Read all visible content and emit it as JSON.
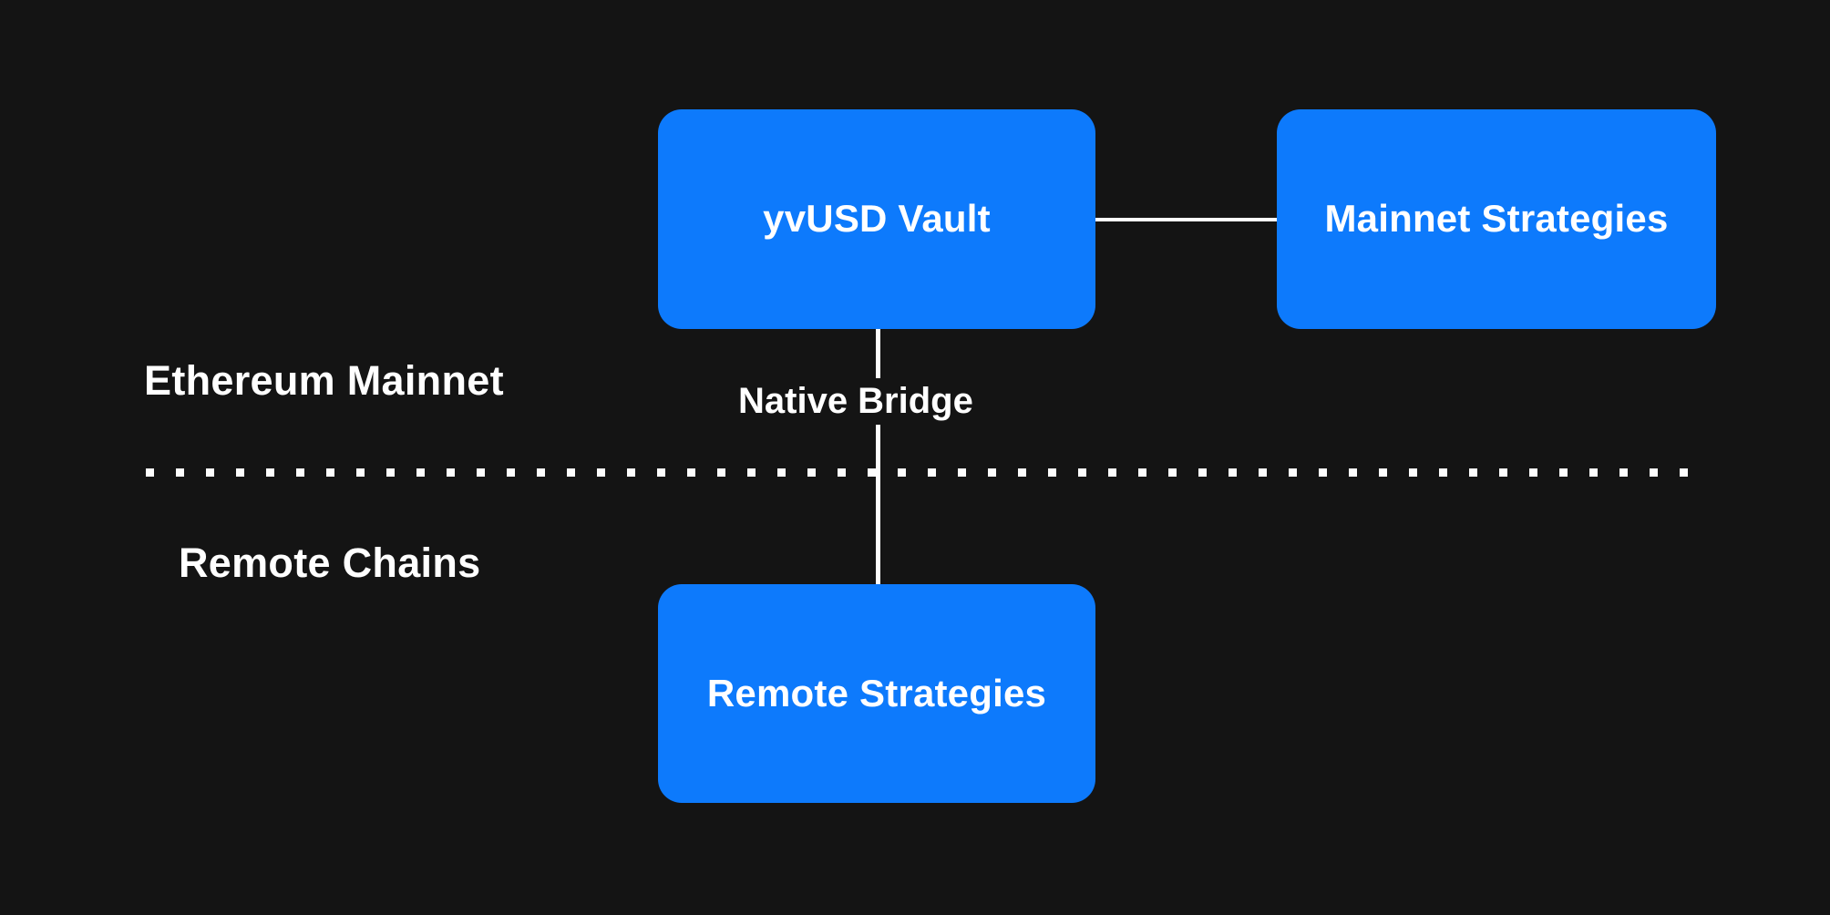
{
  "diagram": {
    "background_color": "#141414",
    "node_color": "#0d7afc",
    "edge_color": "#fdfdfd",
    "text_color": "#ffffff",
    "nodes": [
      {
        "id": "yvusd-vault",
        "label": "yvUSD Vault",
        "zone": "Ethereum Mainnet"
      },
      {
        "id": "mainnet-strategies",
        "label": "Mainnet Strategies",
        "zone": "Ethereum Mainnet"
      },
      {
        "id": "remote-strategies",
        "label": "Remote Strategies",
        "zone": "Remote Chains"
      }
    ],
    "edges": [
      {
        "id": "vault-to-mainnet",
        "from": "yvusd-vault",
        "to": "mainnet-strategies",
        "label": ""
      },
      {
        "id": "vault-to-remote",
        "from": "yvusd-vault",
        "to": "remote-strategies",
        "label": "Native Bridge"
      }
    ],
    "zones": [
      {
        "id": "ethereum-mainnet",
        "label": "Ethereum Mainnet"
      },
      {
        "id": "remote-chains",
        "label": "Remote Chains"
      }
    ],
    "divider": {
      "style": "dotted",
      "color": "#fdfdfd"
    }
  }
}
